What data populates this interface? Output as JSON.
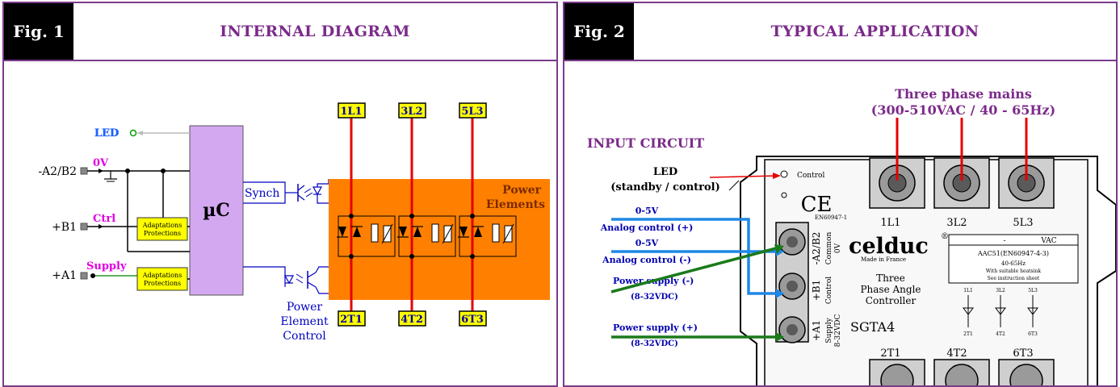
{
  "fig1": {
    "label": "Fig. 1",
    "title": "INTERNAL DIAGRAM",
    "led": "LED",
    "zero_v": "0V",
    "ctrl": "Ctrl",
    "supply": "Supply",
    "a2b2": "-A2/B2",
    "b1": "+B1",
    "a1": "+A1",
    "adapt_line1": "Adaptations",
    "adapt_line2": "Protections",
    "uc": "µC",
    "synch": "Synch",
    "pec_line1": "Power",
    "pec_line2": "Element",
    "pec_line3": "Control",
    "pe_line1": "Power",
    "pe_line2": "Elements",
    "terminals_top": [
      "1L1",
      "3L2",
      "5L3"
    ],
    "terminals_bottom": [
      "2T1",
      "4T2",
      "6T3"
    ]
  },
  "fig2": {
    "label": "Fig. 2",
    "title": "TYPICAL APPLICATION",
    "mains_line1": "Three phase mains",
    "mains_line2": "(300-510VAC / 40 - 65Hz)",
    "input_circuit": "INPUT CIRCUIT",
    "led_line1": "LED",
    "led_line2": "(standby / control)",
    "analog1_v": "0-5V",
    "analog1_label": "Analog control (+)",
    "analog2_v": "0-5V",
    "analog2_label": "Analog control (-)",
    "ps_minus_label": "Power supply (-)",
    "ps_minus_v": "(8-32VDC)",
    "ps_plus_label": "Power supply (+)",
    "ps_plus_v": "(8-32VDC)",
    "device": {
      "control": "Control",
      "ce": "CE",
      "en": "EN60947-1",
      "brand": "celduc",
      "reg": "®",
      "made": "Made in France",
      "desc_line1": "Three",
      "desc_line2": "Phase Angle",
      "desc_line3": "Controller",
      "model": "SGTA4",
      "dash": "-",
      "vac": "VAC",
      "spec1": "AAC51(EN60947-4-3)",
      "spec2": "40-65Hz",
      "spec3": "With suitable heatsink",
      "spec4": "See instruction sheet",
      "term_a2": "-A2/B2",
      "term_a2_sub1": "Common",
      "term_a2_sub2": "0V",
      "term_b1": "+B1",
      "term_b1_sub": "Control",
      "term_a1": "+A1",
      "term_a1_sub1": "Supply",
      "term_a1_sub2": "8-32VDC",
      "top_terms": [
        "1L1",
        "3L2",
        "5L3"
      ],
      "bottom_terms": [
        "2T1",
        "4T2",
        "6T3"
      ],
      "small_top": [
        "1L1",
        "3L2",
        "5L3"
      ],
      "small_bottom": [
        "2T1",
        "4T2",
        "6T3"
      ]
    }
  },
  "colors": {
    "purple": "#7b2a8a",
    "orange": "#ff8000",
    "lilac": "#d4a8f0",
    "yellow": "#ffff00",
    "red": "#e60000",
    "blue": "#1e88e5",
    "green": "#1a7a1a",
    "magenta": "#e000e0"
  }
}
